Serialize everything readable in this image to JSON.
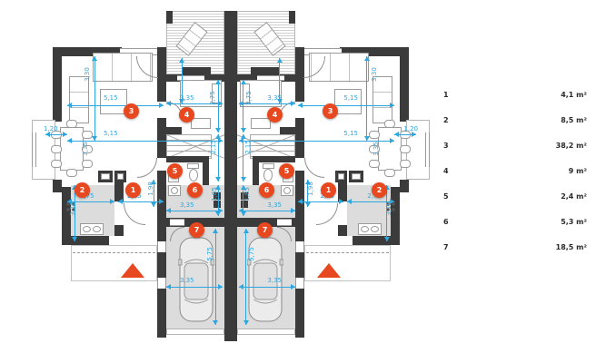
{
  "colors": {
    "dimension_blue": "#2da7e0",
    "marker_red": "#e8481f",
    "wall_dark": "#3b3b3b",
    "zone_gray": "#dcdcdc"
  },
  "dims": {
    "d120": "1,20",
    "d185": "1,85",
    "d198": "1,98",
    "d215": "2,15",
    "d275": "2,75",
    "d318": "3,18",
    "d330": "3,30",
    "d335": "3,35",
    "d515": "5,15",
    "d575": "5,75"
  },
  "markers": {
    "m1": "1",
    "m2": "2",
    "m3": "3",
    "m4": "4",
    "m5": "5",
    "m6": "6",
    "m7": "7"
  },
  "legend": {
    "rows": [
      {
        "num": "1",
        "area": "4,1 m²"
      },
      {
        "num": "2",
        "area": "8,5 m²"
      },
      {
        "num": "3",
        "area": "38,2 m²"
      },
      {
        "num": "4",
        "area": "9 m²"
      },
      {
        "num": "5",
        "area": "2,4 m²"
      },
      {
        "num": "6",
        "area": "5,3 m²"
      },
      {
        "num": "7",
        "area": "18,5 m²"
      }
    ]
  }
}
